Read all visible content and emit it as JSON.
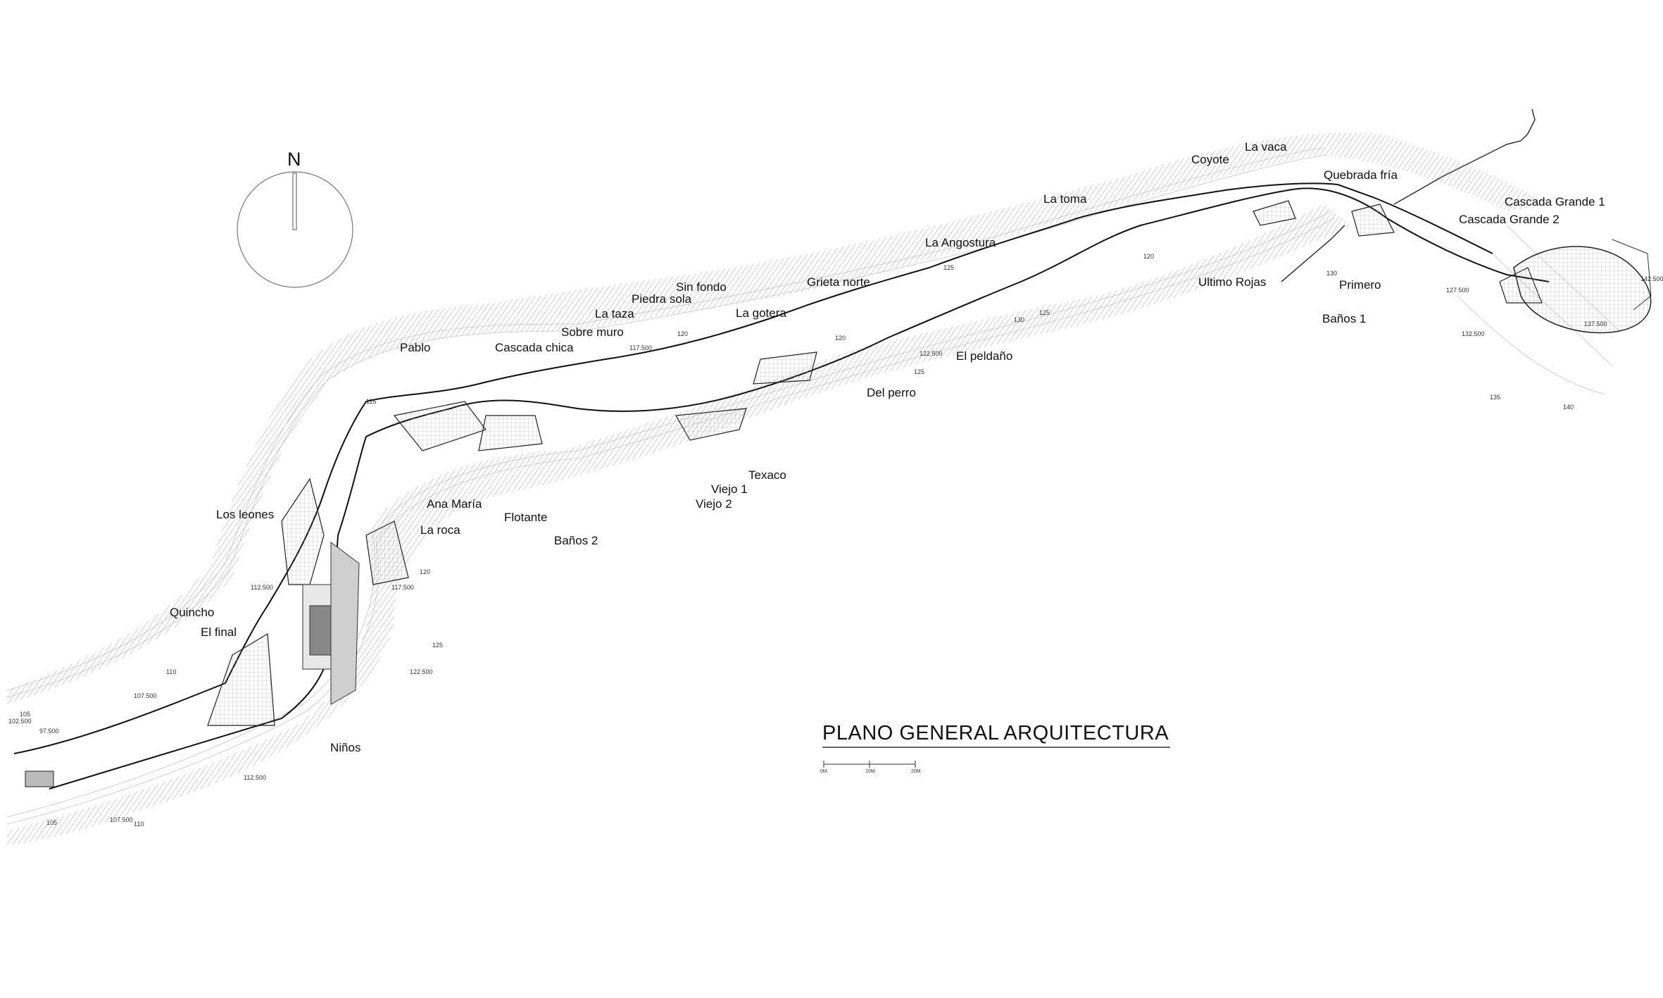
{
  "title": "PLANO GENERAL ARQUITECTURA",
  "north": "N",
  "scale_bar": [
    "0M.",
    "10M.",
    "20M."
  ],
  "places": [
    "Coyote",
    "La vaca",
    "Quebrada fría",
    "Cascada Grande 1",
    "Cascada Grande 2",
    "La toma",
    "La Angostura",
    "Ultimo Rojas",
    "Primero",
    "Baños 1",
    "Grieta norte",
    "Sin fondo",
    "Piedra sola",
    "La taza",
    "Sobre muro",
    "La gotera",
    "Pablo",
    "Cascada chica",
    "El peldaño",
    "Del perro",
    "Texaco",
    "Viejo 1",
    "Viejo 2",
    "Ana María",
    "Flotante",
    "Los leones",
    "La roca",
    "Baños 2",
    "Quincho",
    "El final",
    "Niños"
  ],
  "contours": [
    "105",
    "102.500",
    "97.500",
    "107.500",
    "110",
    "112.500",
    "115",
    "117.500",
    "120",
    "122.500",
    "125",
    "127.500",
    "130",
    "135",
    "140",
    "132.500",
    "137.500",
    "142.500",
    "105",
    "107.500",
    "110",
    "112.500",
    "120",
    "117.500",
    "122.500",
    "125",
    "120",
    "125",
    "130",
    "125",
    "120"
  ],
  "colors": {
    "line": "#111111",
    "fill": "#d4d4d4",
    "contour": "#bdbdbd"
  }
}
